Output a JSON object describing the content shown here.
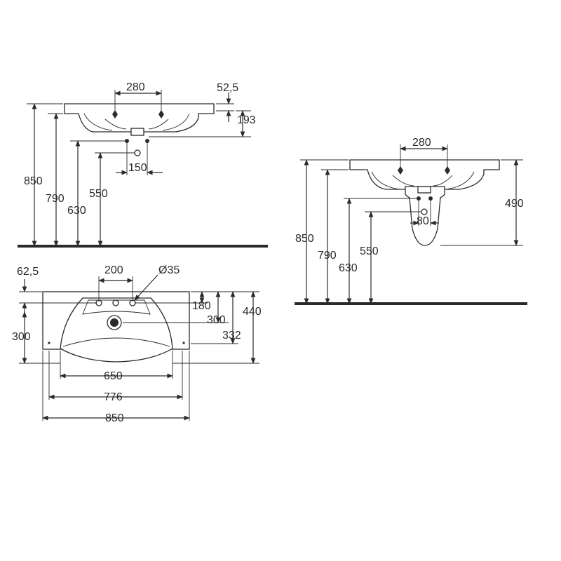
{
  "front_view": {
    "tap_spacing": "280",
    "rim_thickness": "52,5",
    "bowl_depth": "193",
    "total_height": "850",
    "rim_height": "790",
    "waste_height": "630",
    "trap_height": "550",
    "waste_spacing": "150"
  },
  "side_view": {
    "tap_spacing": "280",
    "pedestal_height": "490",
    "total_height": "850",
    "rim_height": "790",
    "waste_height": "630",
    "trap_height": "550",
    "waste_offset": "80"
  },
  "top_view": {
    "edge_to_holes": "62,5",
    "hole_spacing": "200",
    "hole_diameter": "Ø35",
    "hole_offset_depth": "180",
    "waste_depth": "300",
    "total_depth": "440",
    "bowl_depth": "332",
    "left_depth": "300",
    "bowl_width": "650",
    "inner_width": "776",
    "total_width": "850"
  }
}
